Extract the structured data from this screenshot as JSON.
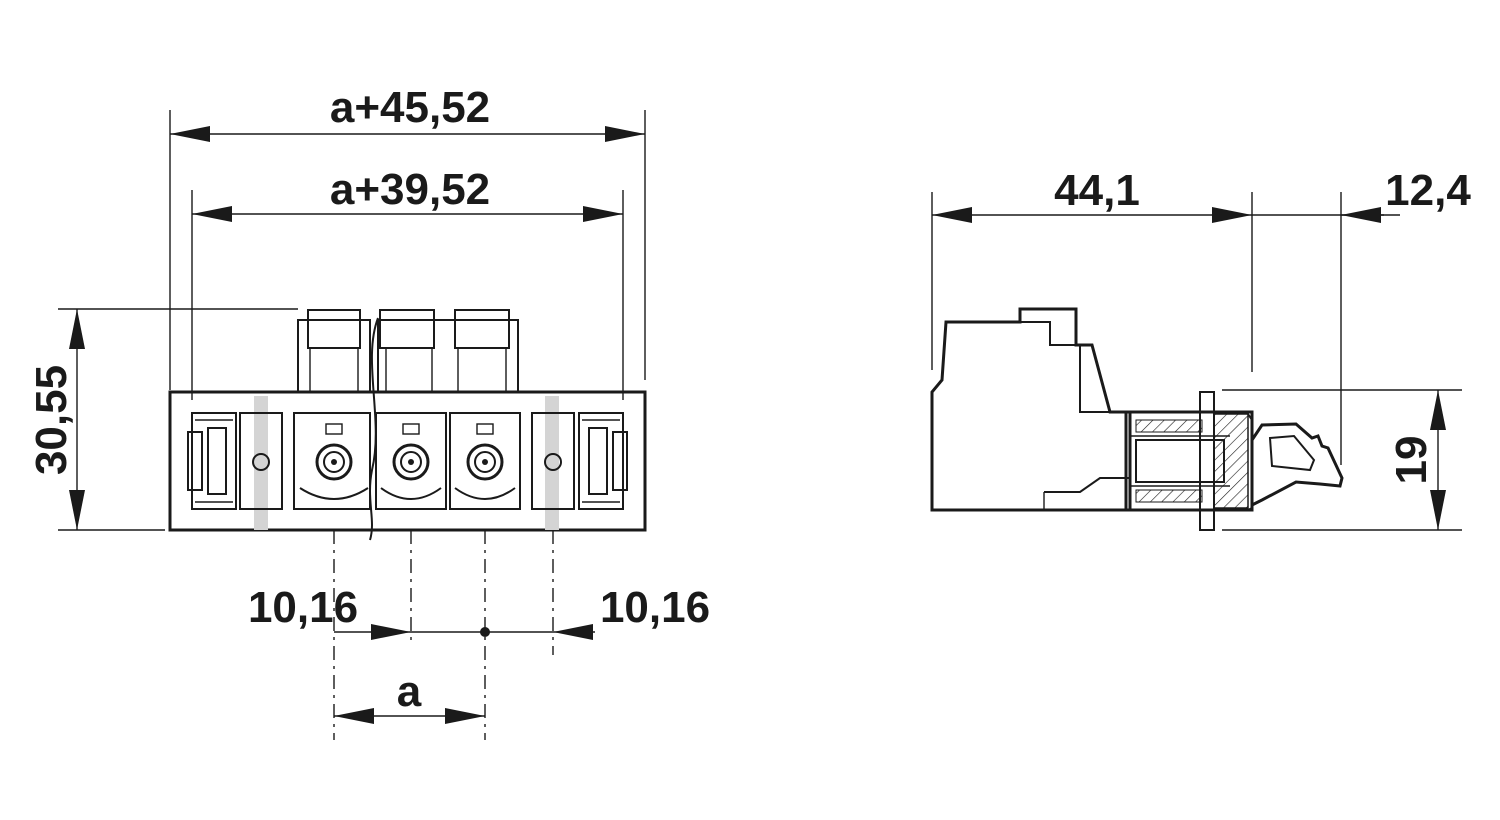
{
  "front_view": {
    "dim_overall": "a+45,52",
    "dim_inner": "a+39,52",
    "dim_height": "30,55",
    "dim_pitch_left": "10,16",
    "dim_pitch_right": "10,16",
    "dim_pitch_a": "a"
  },
  "side_view": {
    "dim_length": "44,1",
    "dim_latch": "12,4",
    "dim_height": "19"
  },
  "colors": {
    "line": "#1a1a1a",
    "fill_gray": "#d4d4d4",
    "background": "#ffffff"
  }
}
